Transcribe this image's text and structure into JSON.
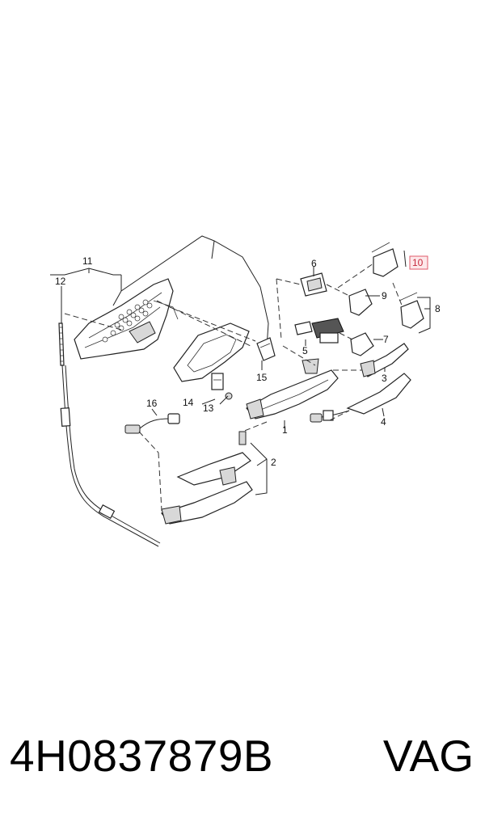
{
  "diagram": {
    "callouts": [
      "1",
      "2",
      "3",
      "4",
      "5",
      "6",
      "7",
      "8",
      "9",
      "10",
      "11",
      "12",
      "13",
      "14",
      "15",
      "16"
    ],
    "highlighted": "10",
    "highlight_color": "#e05a6a"
  },
  "footer": {
    "part_number": "4H0837879B",
    "brand": "VAG"
  }
}
